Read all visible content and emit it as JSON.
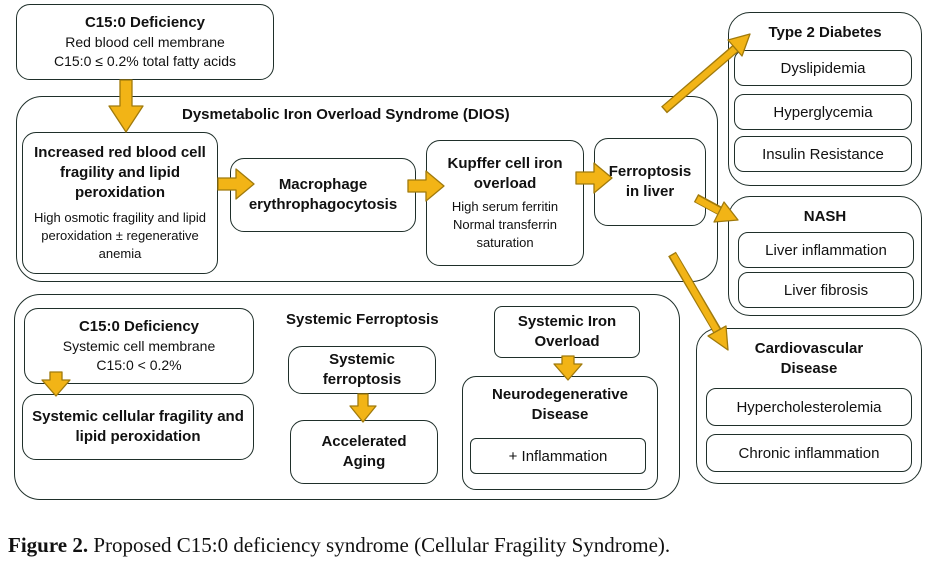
{
  "top_deficiency": {
    "title": "C15:0 Deficiency",
    "line1": "Red blood cell membrane",
    "line2": "C15:0 ≤ 0.2% total fatty acids"
  },
  "dios": {
    "title": "Dysmetabolic Iron Overload Syndrome (DIOS)",
    "rbc": {
      "title": "Increased red blood cell fragility and lipid peroxidation",
      "detail": "High osmotic fragility and lipid peroxidation ± regenerative anemia"
    },
    "macrophage": {
      "title": "Macrophage erythrophagocytosis"
    },
    "kupffer": {
      "title": "Kupffer cell iron overload",
      "detail1": "High serum ferritin",
      "detail2": "Normal transferrin saturation"
    },
    "ferroptosis_liver": {
      "title": "Ferroptosis in liver"
    }
  },
  "type2_diabetes": {
    "title": "Type 2 Diabetes",
    "items": [
      "Dyslipidemia",
      "Hyperglycemia",
      "Insulin Resistance"
    ]
  },
  "nash": {
    "title": "NASH",
    "items": [
      "Liver inflammation",
      "Liver fibrosis"
    ]
  },
  "cardiovascular": {
    "title": "Cardiovascular Disease",
    "items": [
      "Hypercholesterolemia",
      "Chronic inflammation"
    ]
  },
  "systemic": {
    "title": "Systemic Ferroptosis",
    "deficiency": {
      "title": "C15:0 Deficiency",
      "line1": "Systemic cell membrane",
      "line2": "C15:0 < 0.2%"
    },
    "fragility": {
      "title": "Systemic cellular fragility and lipid peroxidation"
    },
    "ferroptosis": {
      "title": "Systemic ferroptosis"
    },
    "aging": {
      "title": "Accelerated Aging"
    },
    "iron_overload": {
      "title": "Systemic Iron Overload"
    },
    "neuro": {
      "title": "Neurodegenerative Disease",
      "item": "+ Inflammation"
    }
  },
  "caption": {
    "label": "Figure 2.",
    "text": " Proposed C15:0 deficiency syndrome (Cellular Fragility Syndrome)."
  },
  "colors": {
    "arrow_fill": "#f2b416",
    "arrow_stroke": "#a07a0c",
    "border": "#1f2f2a"
  }
}
